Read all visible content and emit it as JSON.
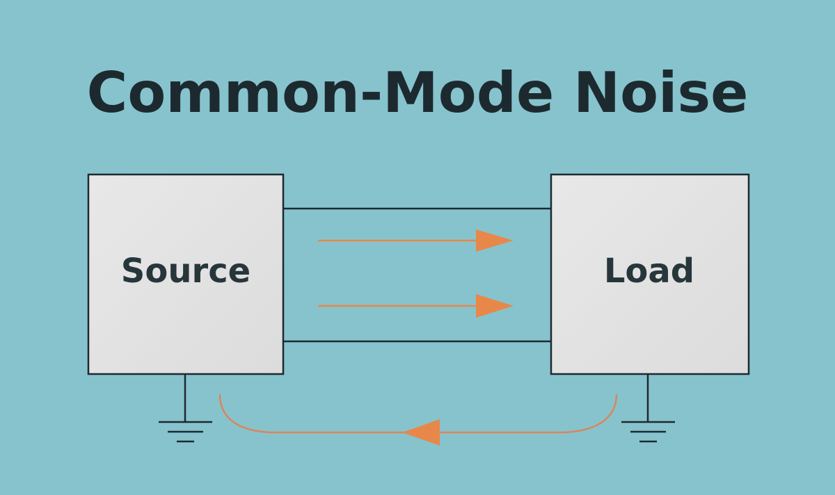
{
  "title": "Common-Mode Noise",
  "source": {
    "label": "Source"
  },
  "load": {
    "label": "Load"
  },
  "colors": {
    "background": "#87c3cd",
    "box_fill": "#e2e2e2",
    "line": "#1c2a2f",
    "arrow": "#e8874a",
    "text": "#27363b"
  },
  "icons": [
    "ground-icon",
    "arrow-right-icon",
    "arrow-left-icon"
  ]
}
